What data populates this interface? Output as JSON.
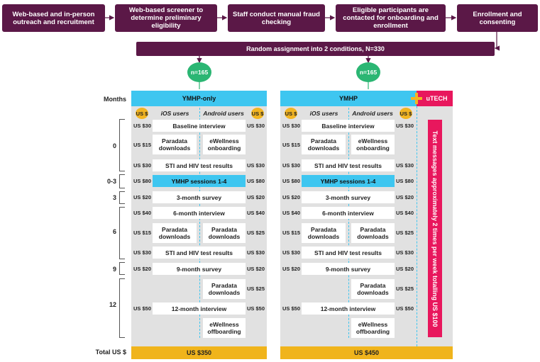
{
  "flow": {
    "steps": [
      "Web-based and in-person outreach and recruitment",
      "Web-based screener to determine preliminary eligibility",
      "Staff conduct manual fraud checking",
      "Eligible participants are contacted for onboarding and enrollment",
      "Enrollment and consenting"
    ],
    "assignment": "Random assignment into 2 conditions, N=330",
    "n_left": "n=165",
    "n_right": "n=165"
  },
  "labels": {
    "months": "Months",
    "total": "Total US $",
    "ios": "iOS users",
    "android": "Android users",
    "coin": "US $"
  },
  "month_labels": [
    "0",
    "0-3",
    "3",
    "6",
    "9",
    "12"
  ],
  "left": {
    "title": "YMHP-only",
    "total": "US $350",
    "baseline": "Baseline interview",
    "paradata1": "Paradata downloads",
    "ewellness_onboarding": "eWellness onboarding",
    "sti1": "STI and HIV test results",
    "sessions": "YMHP sessions 1-4",
    "survey3": "3-month survey",
    "interview6": "6-month interview",
    "paradata6_ios": "Paradata downloads",
    "paradata6_android": "Paradata downloads",
    "sti6": "STI and HIV test results",
    "survey9": "9-month survey",
    "paradata12": "Paradata downloads",
    "interview12": "12-month interview",
    "ewellness_offboarding": "eWellness offboarding",
    "amounts_left": [
      "US $30",
      "US $15",
      "US $30",
      "US $80",
      "US $20",
      "US $40",
      "US $15",
      "US $30",
      "US $20",
      "US $50"
    ],
    "amounts_right": [
      "US $30",
      "US $30",
      "US $80",
      "US $20",
      "US $40",
      "US $25",
      "US $30",
      "US $20",
      "US $25",
      "US $50"
    ]
  },
  "right": {
    "title": "YMHP",
    "utech": "uTECH",
    "total": "US $450",
    "baseline": "Baseline interview",
    "paradata1": "Paradata downloads",
    "ewellness_onboarding": "eWellness onboarding",
    "sti1": "STI and HIV test results",
    "sessions": "YMHP sessions 1-4",
    "survey3": "3-month survey",
    "interview6": "6-month interview",
    "paradata6_ios": "Paradata downloads",
    "paradata6_android": "Paradata downloads",
    "sti6": "STI and HIV test results",
    "survey9": "9-month survey",
    "paradata12": "Paradata downloads",
    "interview12": "12-month interview",
    "ewellness_offboarding": "eWellness offboarding",
    "text_messages": "Text messages approximately 2 times per week totalling US $100",
    "amounts_left": [
      "US $30",
      "US $15",
      "US $30",
      "US $80",
      "US $20",
      "US $40",
      "US $15",
      "US $30",
      "US $20",
      "US $50"
    ],
    "amounts_right": [
      "US $30",
      "US $30",
      "US $80",
      "US $20",
      "US $40",
      "US $25",
      "US $30",
      "US $20",
      "US $25",
      "US $50"
    ]
  },
  "colors": {
    "flow": "#5b1847",
    "cyan": "#3ec6f0",
    "pink": "#e8175d",
    "gold": "#f0b41c",
    "green": "#2bb673",
    "panel": "#e1e1e1"
  }
}
